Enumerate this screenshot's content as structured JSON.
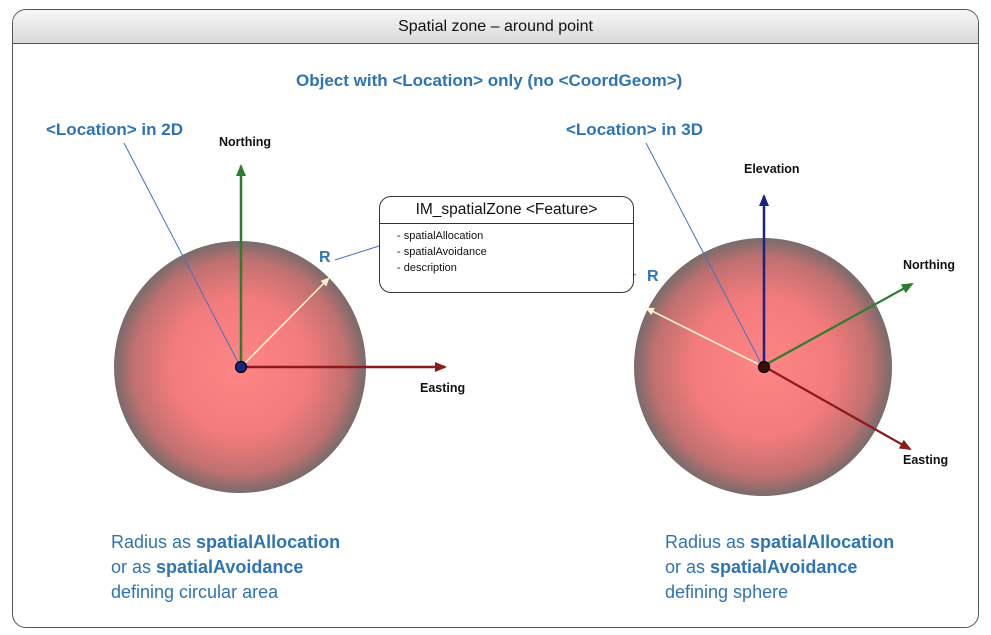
{
  "header": {
    "title": "Spatial zone – around point"
  },
  "subtitle": "Object with <Location> only (no <CoordGeom>)",
  "left_panel": {
    "heading": "<Location> in 2D",
    "axes": {
      "north": "Northing",
      "east": "Easting"
    },
    "radius_label": "R",
    "caption": {
      "line1_prefix": "Radius as ",
      "line1_bold": "spatialAllocation",
      "line2_prefix": "or as ",
      "line2_bold": "spatialAvoidance",
      "line3": "defining circular area"
    }
  },
  "right_panel": {
    "heading": "<Location> in 3D",
    "axes": {
      "up": "Elevation",
      "north": "Northing",
      "east": "Easting"
    },
    "radius_label": "R",
    "caption": {
      "line1_prefix": "Radius as ",
      "line1_bold": "spatialAllocation",
      "line2_prefix": "or as ",
      "line2_bold": "spatialAvoidance",
      "line3": "defining sphere"
    }
  },
  "feature": {
    "title": "IM_spatialZone <Feature>",
    "attributes": [
      "- spatialAllocation",
      "- spatialAvoidance",
      "- description"
    ]
  },
  "colors": {
    "accent_blue": "#2e74b5",
    "sphere_core": "#ff7d7d",
    "sphere_edge": "#7a6b6b",
    "north_axis": "#2e7d2e",
    "east_axis": "#8b1a1a",
    "elevation_axis": "#1a237e",
    "radius_arrow": "#fff2cc"
  }
}
